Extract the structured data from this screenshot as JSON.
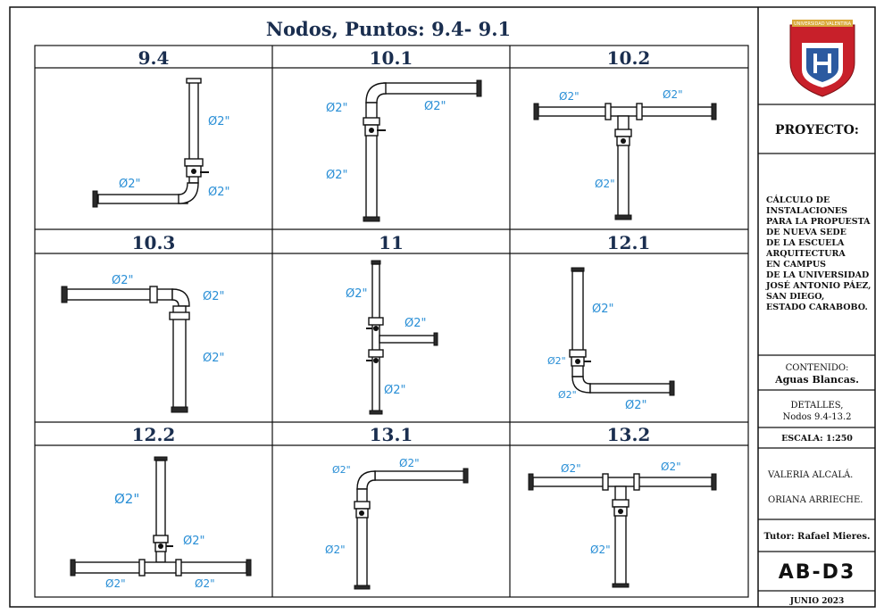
{
  "sheet": {
    "main_title": "Nodos, Puntos: 9.4- 9.1",
    "cells": [
      {
        "label": "9.4",
        "dims": [
          "Ø2\"",
          "Ø2\"",
          "Ø2\""
        ]
      },
      {
        "label": "10.1",
        "dims": [
          "Ø2\"",
          "Ø2\"",
          "Ø2\""
        ]
      },
      {
        "label": "10.2",
        "dims": [
          "Ø2\"",
          "Ø2\"",
          "Ø2\""
        ]
      },
      {
        "label": "10.3",
        "dims": [
          "Ø2\"",
          "Ø2\"",
          "Ø2\""
        ]
      },
      {
        "label": "11",
        "dims": [
          "Ø2\"",
          "Ø2\"",
          "Ø2\""
        ]
      },
      {
        "label": "12.1",
        "dims": [
          "Ø2\"",
          "Ø2\"",
          "Ø2\"",
          "Ø2\""
        ]
      },
      {
        "label": "12.2",
        "dims": [
          "Ø2\"",
          "Ø2\"",
          "Ø2\"",
          "Ø2\""
        ]
      },
      {
        "label": "13.1",
        "dims": [
          "Ø2\"",
          "Ø2\"",
          "Ø2\""
        ]
      },
      {
        "label": "13.2",
        "dims": [
          "Ø2\"",
          "Ø2\"",
          "Ø2\""
        ]
      }
    ]
  },
  "sidebar": {
    "logo_text": "UNIVERSIDAD VALENTINA",
    "project_label": "PROYECTO:",
    "project_lines": [
      "CÁLCULO DE",
      "INSTALACIONES",
      "PARA LA PROPUESTA",
      "DE NUEVA SEDE",
      "DE LA ESCUELA",
      "ARQUITECTURA",
      "EN CAMPUS",
      "DE LA UNIVERSIDAD",
      "JOSÉ ANTONIO PÁEZ,",
      "SAN DIEGO,",
      "ESTADO CARABOBO."
    ],
    "contenido_label": "CONTENIDO:",
    "contenido_value": "Aguas Blancas.",
    "detalles_label": "DETALLES,",
    "detalles_value": "Nodos 9.4-13.2",
    "escala": "ESCALA: 1:250",
    "author_1": "VALERIA ALCALÁ.",
    "author_2": "ORIANA ARRIECHE.",
    "tutor": "Tutor: Rafael Mieres.",
    "sheet_code": "AB-D3",
    "date": "JUNIO   2023"
  },
  "colors": {
    "title": "#1a2e4f",
    "dimension": "#2a8fd6",
    "line": "#111111"
  }
}
